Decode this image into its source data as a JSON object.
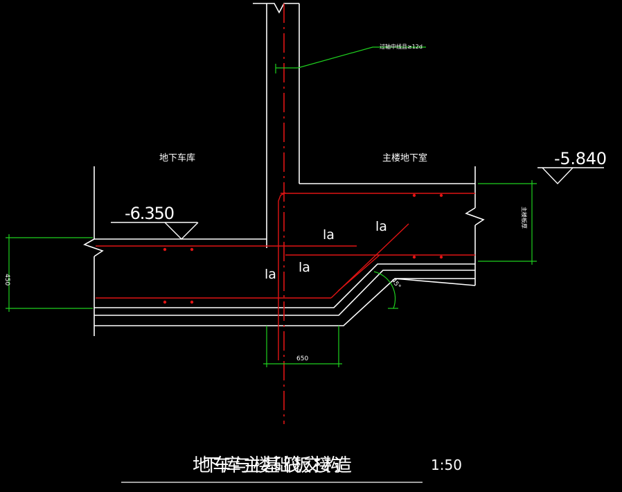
{
  "labels": {
    "garage": "地下车库",
    "main_basement": "主楼地下室",
    "elev_left": "-6.350",
    "elev_right": "-5.840",
    "anchor_note": "过轴中线且≥12d",
    "la_1": "la",
    "la_2": "la",
    "la_3": "la",
    "la_4": "la",
    "dim_left": "450",
    "dim_bottom": "650",
    "dim_right": "主楼板厚",
    "angle": "45°",
    "title": "地下车库与主楼基础筏板交接构造",
    "scale": "1:50"
  },
  "colors": {
    "background": "#000000",
    "concrete": "#ffffff",
    "rebar": "#e01414",
    "dimension": "#1fd11f",
    "axis": "#e01414"
  }
}
